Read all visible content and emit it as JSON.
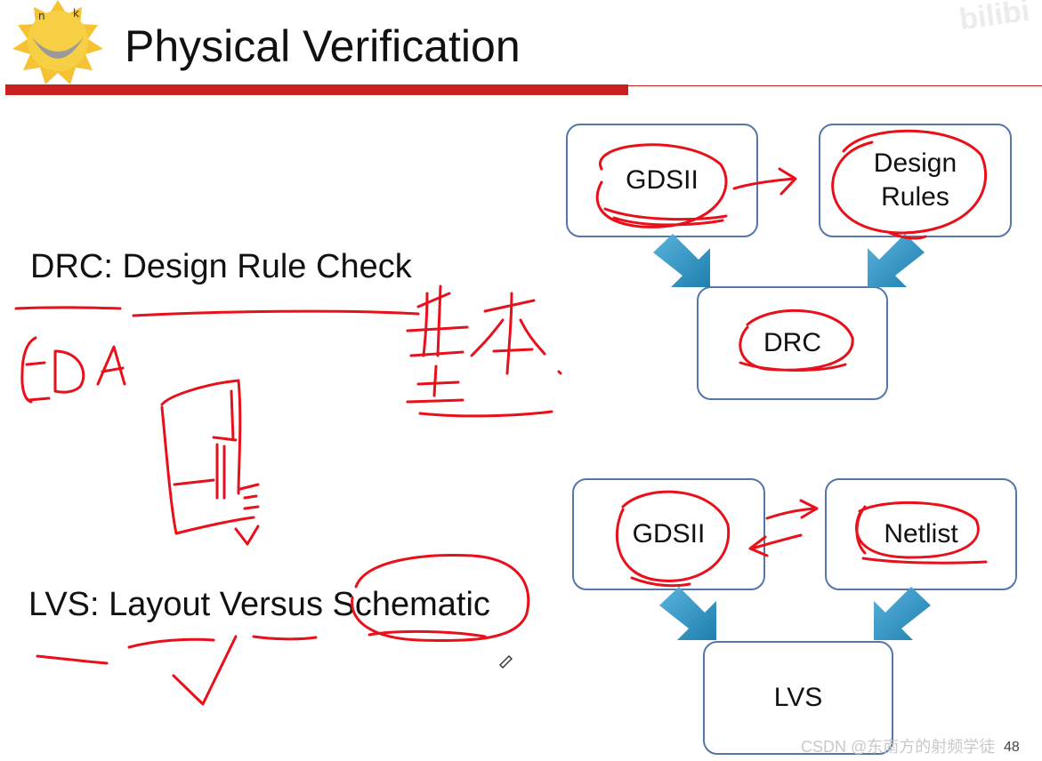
{
  "slide": {
    "title": "Physical Verification",
    "page_number": "48"
  },
  "logo": {
    "letters": [
      "n",
      "k"
    ]
  },
  "corner_mark": "bilibi",
  "labels": {
    "drc": "DRC: Design Rule Check",
    "lvs_prefix": "LVS: Layout Versus ",
    "lvs_highlight": "Schematic"
  },
  "drc_flow": {
    "input_left": "GDSII",
    "input_right_line1": "Design",
    "input_right_line2": "Rules",
    "output": "DRC"
  },
  "lvs_flow": {
    "input_left": "GDSII",
    "input_right": "Netlist",
    "output": "LVS"
  },
  "watermark": "CSDN @东南方的射频学徒",
  "colors": {
    "title_bar": "#c8201d",
    "box_border": "#5576a8",
    "arrow_fill": "#2f95c4",
    "ink": "#e8101a"
  }
}
